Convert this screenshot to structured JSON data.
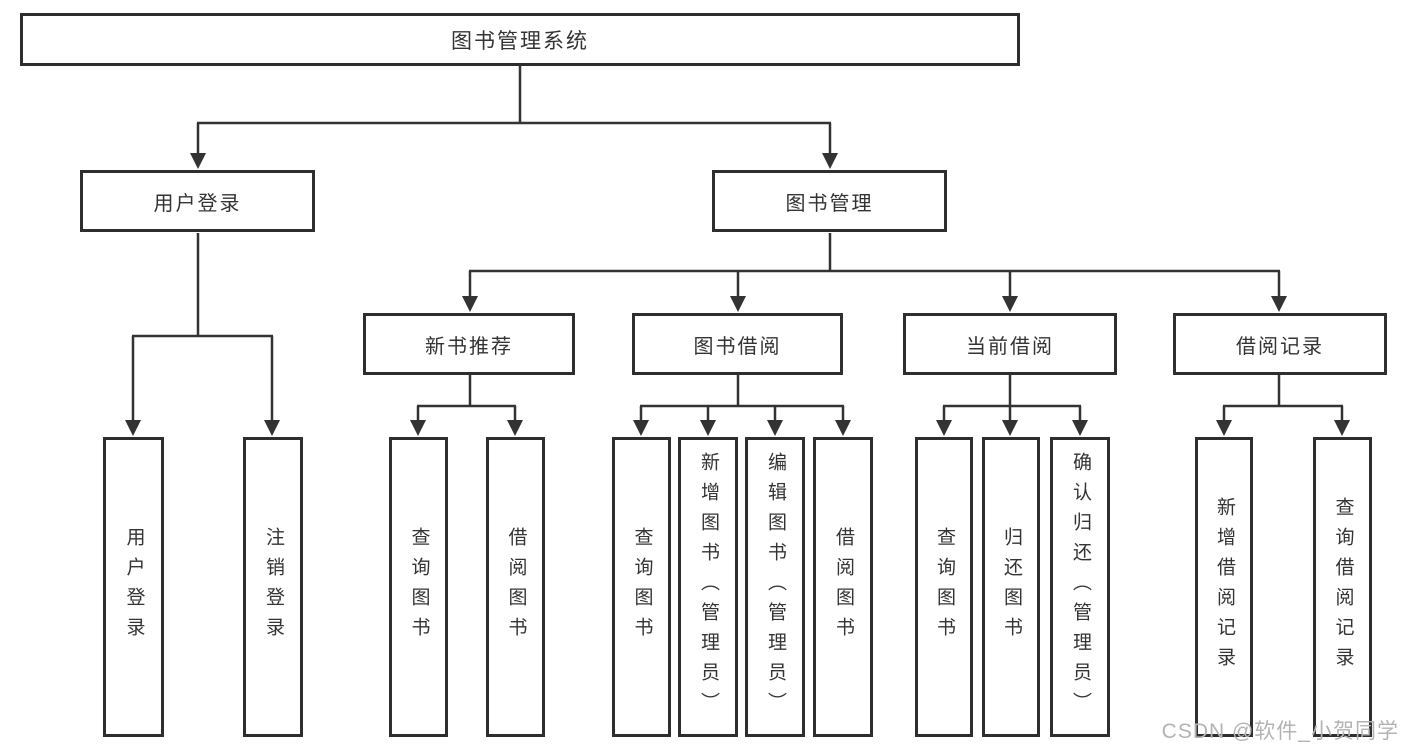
{
  "diagram": {
    "root": {
      "label": "图书管理系统"
    },
    "level2": [
      {
        "label": "用户登录"
      },
      {
        "label": "图书管理"
      }
    ],
    "level3": [
      {
        "label": "新书推荐"
      },
      {
        "label": "图书借阅"
      },
      {
        "label": "当前借阅"
      },
      {
        "label": "借阅记录"
      }
    ],
    "leaves": {
      "user_login": [
        "用户登录",
        "注销登录"
      ],
      "new_book_recommend": [
        "查询图书",
        "借阅图书"
      ],
      "book_borrow": [
        "查询图书",
        "新增图书（管理员）",
        "编辑图书（管理员）",
        "借阅图书"
      ],
      "current_borrow": [
        "查询图书",
        "归还图书",
        "确认归还（管理员）"
      ],
      "borrow_records": [
        "新增借阅记录",
        "查询借阅记录"
      ]
    }
  },
  "watermark": {
    "text": "CSDN @软件_小贺同学"
  },
  "colors": {
    "line": "#333333",
    "border": "#2e2e2e",
    "text": "#333333",
    "background": "#ffffff",
    "watermark": "#b3b3b3"
  }
}
